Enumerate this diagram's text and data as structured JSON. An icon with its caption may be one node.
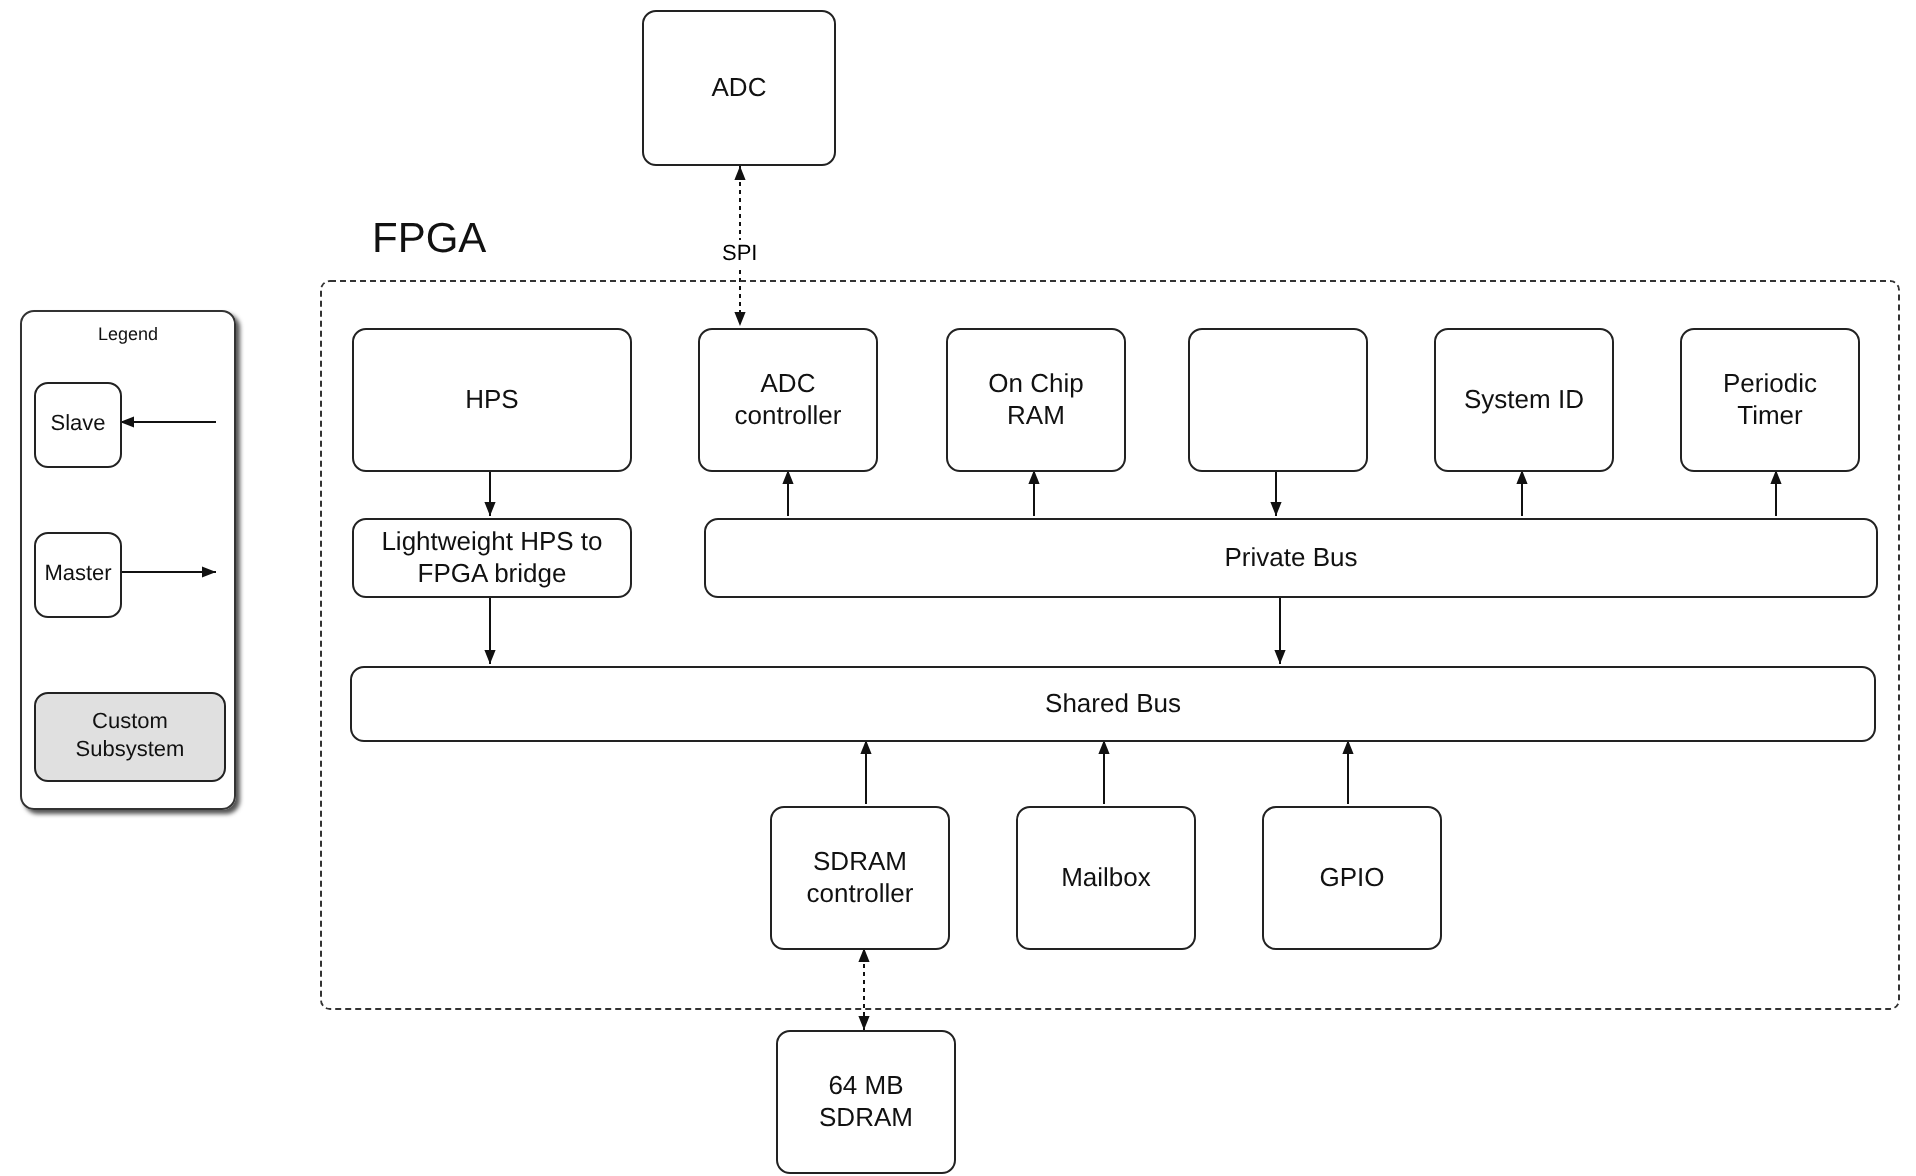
{
  "diagram": {
    "nodes": [
      {
        "text": [
          "Legend"
        ]
      },
      {
        "text": [
          "Slave"
        ],
        "in": 0
      },
      {
        "text": [
          "Master"
        ],
        "in": 0
      },
      {
        "text": [
          "Custom Subsystem"
        ],
        "in": 0
      },
      {
        "text": [
          "ADC"
        ]
      },
      {
        "text": [
          "FPGA"
        ]
      },
      {
        "text": [
          "HPS"
        ],
        "in": 5
      },
      {
        "text": [
          "ADC controller"
        ],
        "in": 5
      },
      {
        "text": [
          "On Chip RAM"
        ],
        "in": 5
      },
      {
        "text": [],
        "shape": "box",
        "in": 5
      },
      {
        "text": [
          "System ID"
        ],
        "in": 5
      },
      {
        "text": [
          "Periodic Timer"
        ],
        "in": 5
      },
      {
        "text": [
          "Lightweight HPS to FPGA bridge"
        ],
        "in": 5
      },
      {
        "text": [
          "Private Bus"
        ],
        "in": 5
      },
      {
        "text": [
          "Shared Bus"
        ],
        "in": 5
      },
      {
        "text": [
          "SDRAM controller"
        ],
        "in": 5
      },
      {
        "text": [
          "Mailbox"
        ],
        "in": 5
      },
      {
        "text": [
          "GPIO"
        ],
        "in": 5
      },
      {
        "text": [
          "64 MB SDRAM"
        ]
      }
    ],
    "edges": [
      {
        "from": null,
        "to": 1,
        "arrow": "to"
      },
      {
        "from": 2,
        "to": null,
        "arrow": "to"
      },
      {
        "from": 4,
        "to": 7,
        "arrow": "both",
        "label": "SPI",
        "style": "dashed"
      },
      {
        "from": 6,
        "to": 12,
        "arrow": "to"
      },
      {
        "from": 12,
        "to": 14,
        "arrow": "to"
      },
      {
        "from": 13,
        "to": 7,
        "arrow": "to"
      },
      {
        "from": 13,
        "to": 8,
        "arrow": "to"
      },
      {
        "from": 9,
        "to": 13,
        "arrow": "to"
      },
      {
        "from": 13,
        "to": 10,
        "arrow": "to"
      },
      {
        "from": 13,
        "to": 11,
        "arrow": "to"
      },
      {
        "from": 13,
        "to": 14,
        "arrow": "to"
      },
      {
        "from": 15,
        "to": 14,
        "arrow": "to"
      },
      {
        "from": 16,
        "to": 14,
        "arrow": "to"
      },
      {
        "from": 17,
        "to": 14,
        "arrow": "to"
      },
      {
        "from": 15,
        "to": 18,
        "arrow": "both",
        "style": "dashed"
      }
    ]
  }
}
